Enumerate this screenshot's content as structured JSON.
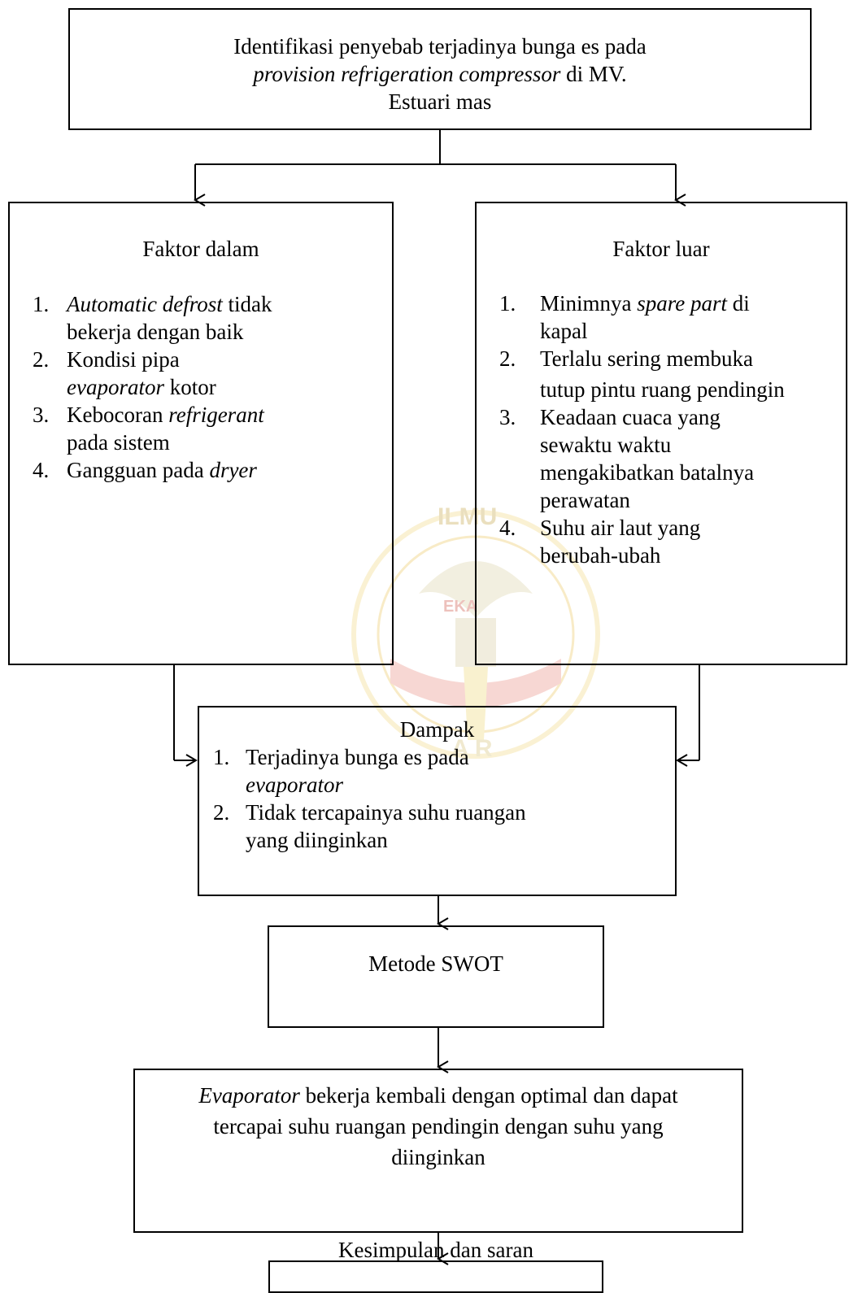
{
  "top_box": {
    "line1": "Identifikasi penyebab terjadinya bunga es pada",
    "line2_italic": "provision refrigeration compressor",
    "line2_rest": " di MV.",
    "line3": "Estuari mas"
  },
  "left_box": {
    "title": "Faktor dalam",
    "items": [
      {
        "num": "1.",
        "pre": "",
        "italic": "Automatic defrost",
        "post": " tidak",
        "cont": "bekerja dengan baik"
      },
      {
        "num": "2.",
        "pre": "Kondisi pipa",
        "italic": "",
        "post": "",
        "cont_italic": "evaporator",
        "cont": " kotor"
      },
      {
        "num": "3.",
        "pre": "Kebocoran ",
        "italic": "refrigerant",
        "post": "",
        "cont": "pada sistem"
      },
      {
        "num": "4.",
        "pre": "Gangguan pada ",
        "italic": "dryer",
        "post": "",
        "cont": ""
      }
    ]
  },
  "right_box": {
    "title": "Faktor luar",
    "items": [
      {
        "num": "1.",
        "pre": "Minimnya ",
        "italic": "spare part",
        "post": " di",
        "cont": "kapal"
      },
      {
        "num": "2.",
        "pre": "Terlalu sering membuka",
        "italic": "",
        "post": "",
        "cont": "tutup pintu ruang pendingin"
      },
      {
        "num": "3.",
        "pre": "Keadaan cuaca yang",
        "italic": "",
        "post": "",
        "cont": "sewaktu waktu",
        "cont2": "mengakibatkan batalnya",
        "cont3": "perawatan"
      },
      {
        "num": "4.",
        "pre": "Suhu air laut yang",
        "italic": "",
        "post": "",
        "cont": "berubah-ubah"
      }
    ]
  },
  "dampak_box": {
    "title": "Dampak",
    "items": [
      {
        "num": "1.",
        "text": "Terjadinya bunga es pada",
        "cont_italic": "evaporator"
      },
      {
        "num": "2.",
        "text": "Tidak tercapainya suhu ruangan",
        "cont": "yang diinginkan"
      }
    ]
  },
  "swot_box": {
    "label": "Metode SWOT"
  },
  "result_box": {
    "line1_italic": "Evaporator",
    "line1_rest": " bekerja kembali dengan optimal dan dapat",
    "line2": "tercapai suhu ruangan pendingin dengan suhu yang",
    "line3": "diinginkan"
  },
  "final_box": {
    "label": "Kesimpulan dan saran"
  },
  "watermark": {
    "text_top": "ILMU",
    "text_mid": "EKA",
    "text_bottom": "A R"
  }
}
